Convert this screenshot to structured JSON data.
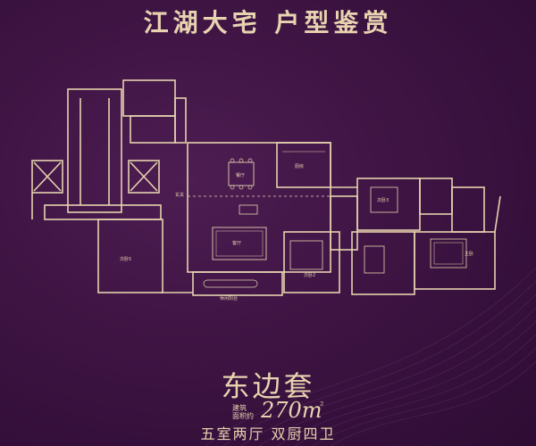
{
  "header": {
    "title": "江湖大宅  户型鉴赏"
  },
  "floor_plan": {
    "rooms": {
      "bedroom5": "次卧5",
      "living": "客厅",
      "dining": "餐厅",
      "bedroom2": "次卧2",
      "bedroom3": "次卧3",
      "master": "主卧",
      "balcony": "休闲阳台",
      "kitchen": "厨房",
      "entrance": "玄关"
    }
  },
  "footer": {
    "unit_name": "东边套",
    "area_label_line1": "建筑",
    "area_label_line2": "面积约",
    "area_value": "270m",
    "area_unit": "²",
    "layout_desc": "五室两厅  双厨四卫"
  },
  "colors": {
    "background": "#3e1443",
    "accent_gold": "#e8d3b0",
    "wall": "#e6d2ae"
  }
}
